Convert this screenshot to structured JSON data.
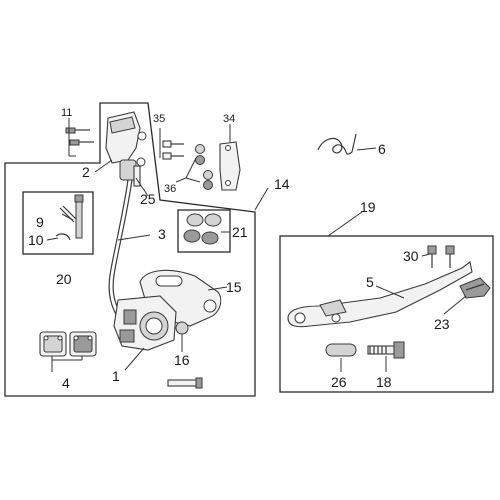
{
  "callouts": {
    "c1": "1",
    "c2": "2",
    "c3": "3",
    "c4": "4",
    "c5": "5",
    "c6": "6",
    "c9": "9",
    "c10": "10",
    "c11": "11",
    "c14": "14",
    "c15": "15",
    "c16": "16",
    "c18": "18",
    "c19": "19",
    "c20": "20",
    "c21": "21",
    "c23": "23",
    "c25": "25",
    "c26": "26",
    "c30": "30",
    "c34": "34",
    "c35": "35",
    "c36": "36"
  }
}
